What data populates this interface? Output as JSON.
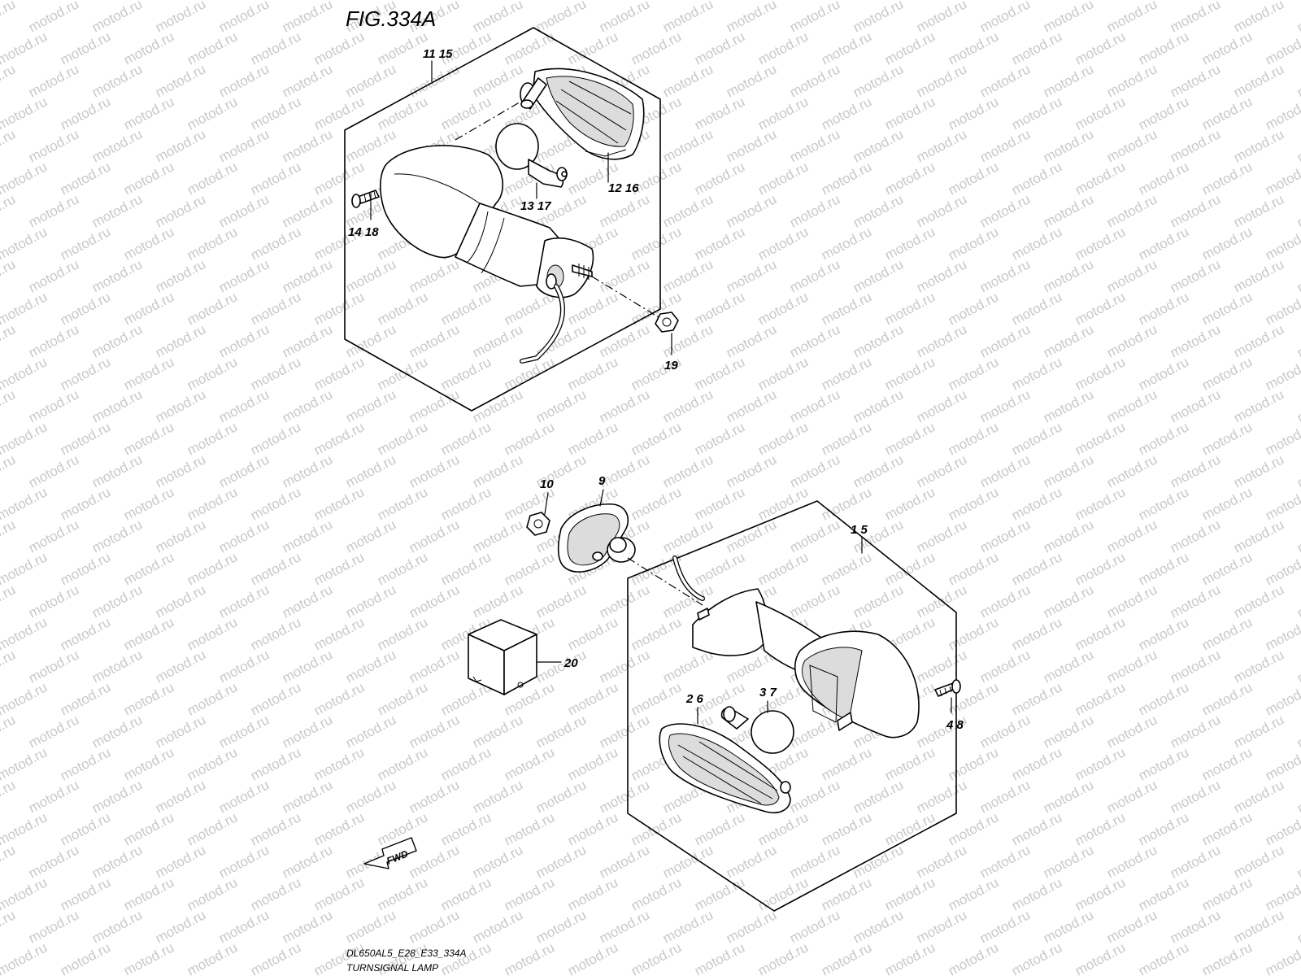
{
  "figure": {
    "title": "FIG.334A",
    "model_code": "DL650AL5_E28_E33_334A",
    "caption": "TURNSIGNAL LAMP"
  },
  "watermark": "motod.ru",
  "direction_marker": "FWD",
  "callouts": {
    "rear_assembly": "11 15",
    "rear_lens": "12 16",
    "rear_bulb": "13 17",
    "rear_screw": "14 18",
    "rear_nut": "19",
    "front_nut": "10",
    "front_gasket": "9",
    "front_assembly": "1 5",
    "front_lens": "2 6",
    "front_bulb": "3 7",
    "front_screw": "4 8",
    "relay": "20"
  }
}
